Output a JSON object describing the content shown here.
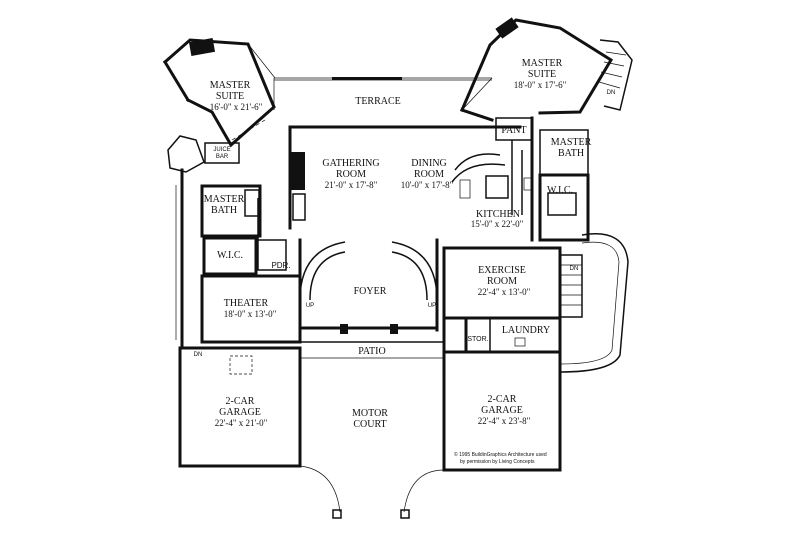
{
  "rooms": {
    "master_suite_left": {
      "name1": "MASTER",
      "name2": "SUITE",
      "dims": "16'-0\" x 21'-6\""
    },
    "master_suite_right": {
      "name1": "MASTER",
      "name2": "SUITE",
      "dims": "18'-0\" x 17'-6\""
    },
    "terrace": {
      "name": "TERRACE"
    },
    "gathering_room": {
      "name1": "GATHERING",
      "name2": "ROOM",
      "dims": "21'-0\" x 17'-8\""
    },
    "dining_room": {
      "name1": "DINING",
      "name2": "ROOM",
      "dims": "10'-0\" x 17'-8\""
    },
    "kitchen": {
      "name": "KITCHEN",
      "dims": "15'-0\" x 22'-0\""
    },
    "pantry": {
      "name": "PANT"
    },
    "master_bath_right": {
      "name1": "MASTER",
      "name2": "BATH"
    },
    "wic_right": {
      "name": "W.I.C."
    },
    "juice_bar": {
      "name1": "JUICE",
      "name2": "BAR"
    },
    "master_bath_left": {
      "name1": "MASTER",
      "name2": "BATH"
    },
    "wic_left": {
      "name": "W.I.C."
    },
    "powder": {
      "name": "PDR."
    },
    "foyer": {
      "name": "FOYER"
    },
    "exercise_room": {
      "name1": "EXERCISE",
      "name2": "ROOM",
      "dims": "22'-4\" x 13'-0\""
    },
    "theater": {
      "name": "THEATER",
      "dims": "18'-0\" x 13'-0\""
    },
    "laundry": {
      "name": "LAUNDRY"
    },
    "storage": {
      "name": "STOR."
    },
    "patio": {
      "name": "PATIO"
    },
    "garage_left": {
      "name1": "2-CAR",
      "name2": "GARAGE",
      "dims": "22'-4\" x 21'-0\""
    },
    "motor_court": {
      "name1": "MOTOR",
      "name2": "COURT"
    },
    "garage_right": {
      "name1": "2-CAR",
      "name2": "GARAGE",
      "dims": "22'-4\" x 23'-8\""
    }
  },
  "stairs": {
    "up_label": "UP",
    "down_label": "DN"
  },
  "credit": {
    "line1": "© 1995 BuildinGraphics Architecture used",
    "line2": "by permission by Living Concepts"
  },
  "colors": {
    "ink": "#111111",
    "paper": "#ffffff"
  }
}
